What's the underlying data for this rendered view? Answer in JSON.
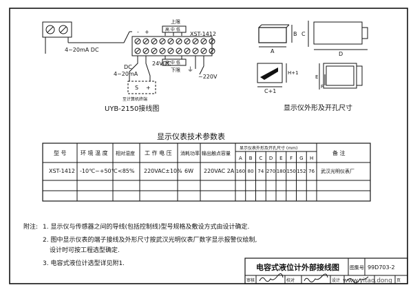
{
  "wiring": {
    "caption": "UYB-2150接线图",
    "signal_top": "4~20mA DC",
    "polarity_minus": "-",
    "polarity_plus": "+",
    "model": "XST-1412",
    "upper_limit": "上限",
    "lower_limit": "下限",
    "relay_label": "高 中 低",
    "dc_label": "DC",
    "signal_bottom": "4~20mA",
    "vdc": "24VDC",
    "ac_supply": "~220V",
    "terminal_s": "S",
    "terminal_plus": "+",
    "computer_note": "至计算机终端",
    "ground_mark": "⏚"
  },
  "outline": {
    "caption": "显示仪外形及开孔尺寸",
    "dim_a": "A",
    "dim_b": "B",
    "dim_c": "C",
    "dim_d": "D",
    "dim_h1": "H+1",
    "dim_c1": "C+1",
    "dim_e": "E",
    "dim_f": "F"
  },
  "table": {
    "title": "显示仪表技术参数表",
    "headers": {
      "model": "型   号",
      "ambient": "环 境 温 度",
      "humidity": "相对湿度",
      "voltage": "工 作 电 压",
      "power": "消耗功率",
      "contact": "输出触点容量",
      "dims": "显示仪表外形及开孔尺寸 (mm)",
      "remark": "备   注"
    },
    "dim_letters": [
      "A",
      "B",
      "C",
      "D",
      "E",
      "F",
      "G",
      "H"
    ],
    "row": {
      "model": "XST-1412",
      "ambient": "-10℃~+50℃",
      "humidity": "<85%",
      "voltage": "220VAC±10%",
      "power": "6W",
      "contact": "220VAC  2A",
      "dims": [
        "160",
        "80",
        "74",
        "270",
        "180",
        "150",
        "152",
        "76"
      ],
      "remark": "武汉光明仪表厂"
    }
  },
  "notes": {
    "label": "附注:",
    "items": [
      "1. 显示仪与传感器之间的导线(包括控制线)型号规格及敷设方式由设计确定.",
      "2. 图中显示仪表的端子接线及外形尺寸按武汉光明仪表厂数字显示报警仪绘制,",
      "设计时可按工程选型确定.",
      "3. 电容式液位计选型详见附1."
    ]
  },
  "titleblock": {
    "title": "电容式液位计外部接线图",
    "atlas_label": "图集号",
    "atlas_number": "99D703-2",
    "review_label": "审核",
    "check_label": "校对",
    "design_label": "设计",
    "page_label": "页",
    "watermark": "www.yitao.dong"
  }
}
